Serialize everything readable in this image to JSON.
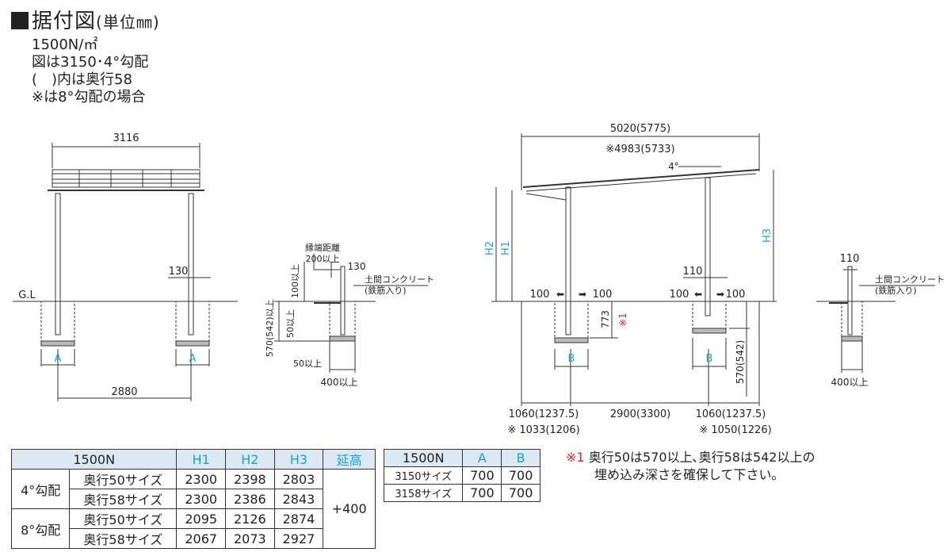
{
  "header": {
    "title": "据付図",
    "unit": "(単位㎜)"
  },
  "notes": [
    "1500N/㎡",
    "図は3150･4°勾配",
    "(　)内は奥行58",
    "※は8°勾配の場合"
  ],
  "front_view": {
    "width_top": "3116",
    "post_height_label": "130",
    "gl": "G.L",
    "label_a_left": "A",
    "label_a_right": "A",
    "span_bottom": "2880"
  },
  "foundation_detail_left": {
    "edge_distance": "縁端距離",
    "edge_min": "200以上",
    "dim_130": "130",
    "concrete": "土間コンクリート",
    "rebar": "(鉄筋入り)",
    "dim_100": "100以上",
    "dim_50_top": "50以上",
    "depth": "570(542)以上",
    "dim_50_bottom": "50以上",
    "width_400": "400以上"
  },
  "side_view": {
    "length_top": "5020(5775)",
    "length_top_alt": "※4983(5733)",
    "angle": "4°",
    "h1": "H1",
    "h2": "H2",
    "h3": "H3",
    "dim_110": "110",
    "left_100a": "100",
    "left_100b": "100",
    "right_100a": "100",
    "right_100b": "100",
    "depth_773": "773",
    "mark_1": "※1",
    "label_b_left": "B",
    "label_b_right": "B",
    "depth_570": "570(542)",
    "bottom_left": "1060(1237.5)",
    "bottom_left_alt": "※ 1033(1206)",
    "bottom_mid": "2900(3300)",
    "bottom_right": "1060(1237.5)",
    "bottom_right_alt": "※ 1050(1226)"
  },
  "foundation_detail_right": {
    "dim_110": "110",
    "concrete": "土間コンクリート",
    "rebar": "(鉄筋入り)",
    "width_400": "400以上"
  },
  "table1": {
    "headers": [
      "1500N",
      "H1",
      "H2",
      "H3",
      "延高"
    ],
    "groups": [
      {
        "slope": "4°勾配",
        "rows": [
          {
            "size": "奥行50サイズ",
            "h1": "2300",
            "h2": "2398",
            "h3": "2803"
          },
          {
            "size": "奥行58サイズ",
            "h1": "2300",
            "h2": "2386",
            "h3": "2843"
          }
        ]
      },
      {
        "slope": "8°勾配",
        "rows": [
          {
            "size": "奥行50サイズ",
            "h1": "2095",
            "h2": "2126",
            "h3": "2874"
          },
          {
            "size": "奥行58サイズ",
            "h1": "2067",
            "h2": "2073",
            "h3": "2927"
          }
        ]
      }
    ],
    "extension": "+400"
  },
  "table2": {
    "headers": [
      "1500N",
      "A",
      "B"
    ],
    "rows": [
      {
        "size": "3150サイズ",
        "a": "700",
        "b": "700"
      },
      {
        "size": "3158サイズ",
        "a": "700",
        "b": "700"
      }
    ]
  },
  "footnote": {
    "mark": "※1",
    "line1": "奥行50は570以上､奥行58は542以上の",
    "line2": "埋め込み深さを確保して下さい｡"
  },
  "colors": {
    "dimension_cyan": "#1aa0d8",
    "note_red": "#e02020",
    "table_header_bg": "#dde9f2"
  }
}
